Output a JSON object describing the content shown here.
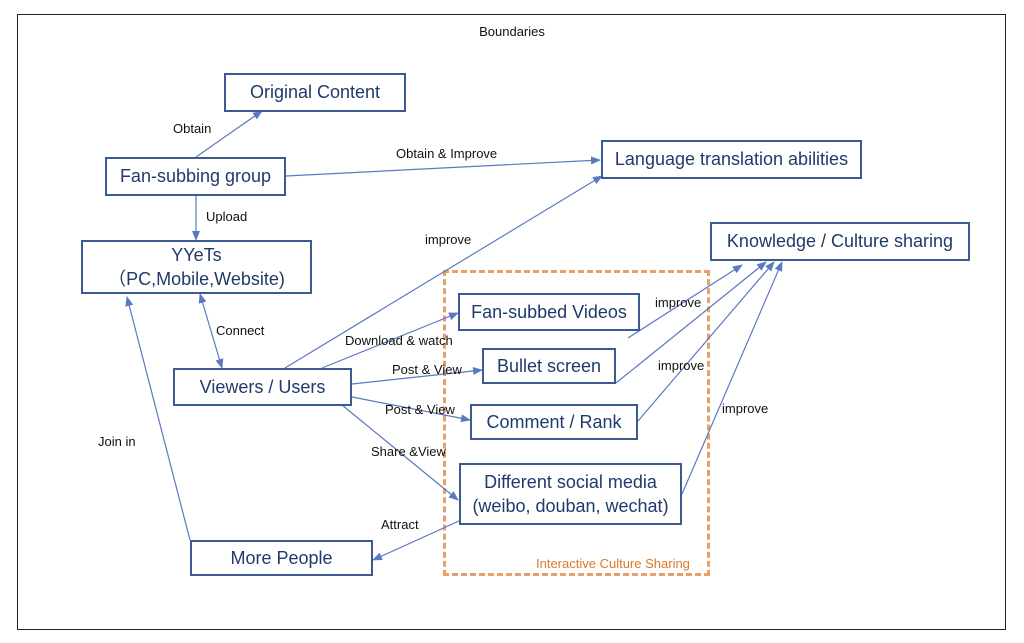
{
  "title": "Boundaries",
  "region_label": "Interactive Culture Sharing",
  "colors": {
    "box_border": "#3b5a94",
    "box_text": "#1f3a6b",
    "arrow": "#5b79c0",
    "region": "#e8a06a"
  },
  "nodes": {
    "original_content": "Original Content",
    "fan_subbing_group": "Fan-subbing group",
    "language_translation": "Language translation abilities",
    "yyets": "YYeTs\n（PC,Mobile,Website)",
    "knowledge_culture": "Knowledge / Culture sharing",
    "fan_subbed_videos": "Fan-subbed Videos",
    "viewers_users": "Viewers / Users",
    "bullet_screen": "Bullet screen",
    "comment_rank": "Comment / Rank",
    "social_media": "Different social media\n(weibo, douban, wechat)",
    "more_people": "More People"
  },
  "edges": {
    "obtain": "Obtain",
    "obtain_improve": "Obtain & Improve",
    "upload": "Upload",
    "improve_lang": "improve",
    "connect": "Connect",
    "download_watch": "Download & watch",
    "post_view_bullet": "Post & View",
    "post_view_comment": "Post & View",
    "share_view": "Share &View",
    "attract": "Attract",
    "join_in": "Join in",
    "improve_1": "improve",
    "improve_2": "improve",
    "improve_3": "improve"
  }
}
